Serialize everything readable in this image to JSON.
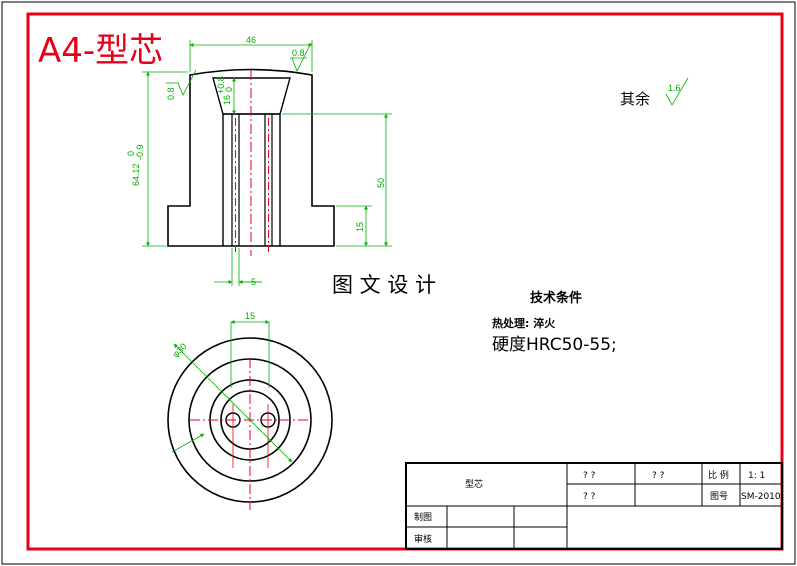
{
  "sheet": {
    "title": "A4-型芯",
    "colors": {
      "border": "#e8001a",
      "outline": "#000000",
      "dimension": "#00b000",
      "center_line": "#e8001a"
    }
  },
  "dimensions": {
    "top_width": "46",
    "total_height": "64.12",
    "total_height_tol_upper": "0",
    "total_height_tol_lower": "-0.9",
    "hole_height": "50",
    "flange_height": "15",
    "taper_height": "16",
    "taper_tol_upper": "+0.8",
    "taper_tol_lower": "0",
    "hole_spacing": "5",
    "bore_width": "15",
    "outer_diameter": "φ30"
  },
  "surface_finish": {
    "left_ra": "0.8",
    "top_ra": "0.8",
    "other_label": "其余",
    "other_ra": "1.6"
  },
  "watermark": "图 文 设 计",
  "technical_requirements": {
    "title": "技术条件",
    "heat_treatment": "热处理: 淬火",
    "hardness": "硬度HRC50-55;"
  },
  "title_block": {
    "part_name": "型芯",
    "placeholders": [
      "? ?",
      "? ?",
      "? ?"
    ],
    "scale_label": "比 例",
    "scale_value": "1: 1",
    "drawing_no_label": "图号",
    "drawing_no_value": "SM-2010",
    "row_label_1": "制图",
    "row_label_2": "审核"
  }
}
